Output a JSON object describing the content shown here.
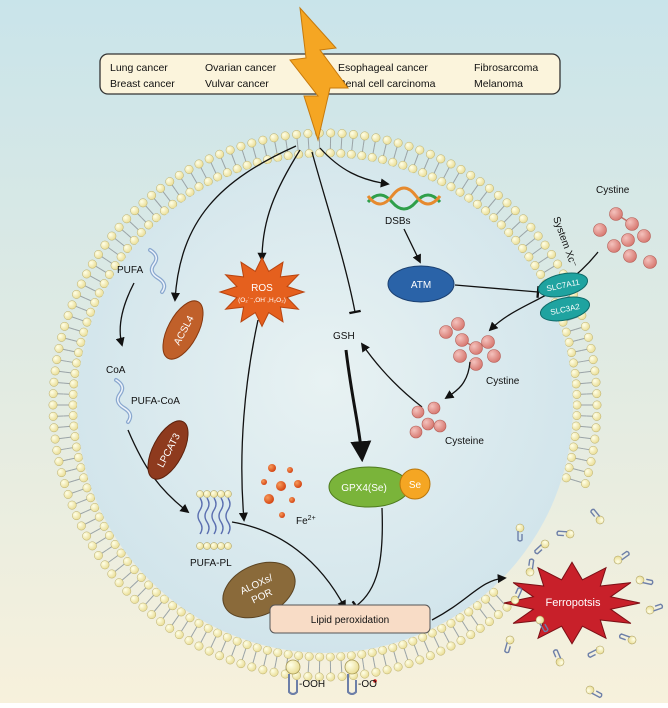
{
  "cancer_box": {
    "col1": [
      "Lung cancer",
      "Breast cancer"
    ],
    "col2": [
      "Ovarian cancer",
      "Vulvar cancer"
    ],
    "col3": [
      "Esophageal cancer",
      "Renal cell carcinoma"
    ],
    "col4": [
      "Fibrosarcoma",
      "Melanoma"
    ]
  },
  "labels": {
    "ros": "ROS",
    "ros_species": "(O₂˙⁻,OH˙,H₂O₂)",
    "dsbs": "DSBs",
    "atm": "ATM",
    "pufa": "PUFA",
    "acsl4": "ACSL4",
    "coa": "CoA",
    "pufa_coa": "PUFA-CoA",
    "lpcat3": "LPCAT3",
    "pufa_pl": "PUFA-PL",
    "fe": "Fe",
    "fe_sup": "2+",
    "gsh": "GSH",
    "cystine_out": "Cystine",
    "cystine_in": "Cystine",
    "cysteine": "Cysteine",
    "gpx4": "GPX4(Se)",
    "se": "Se",
    "alox_line1": "ALOXs/",
    "alox_line2": "POR",
    "lipid_perox": "Lipid peroxidation",
    "ferroptosis": "Ferropotsis",
    "system_xc": "System Xc⁻",
    "slc7a11": "SLC7A11",
    "slc3a2": "SLC3A2",
    "ooh": "-OOH",
    "oo": "-OO"
  },
  "colors": {
    "bg_top": "#c9e4ea",
    "bg_bottom": "#f7f1dc",
    "cell_fill": "#d8e9ee",
    "membrane_head": "#f4e9bd",
    "bolt": "#f5a623",
    "ros": "#e5601e",
    "atm": "#2a63a8",
    "acsl4": "#c0602a",
    "lpcat3": "#8e3a1e",
    "gpx4": "#7ab43a",
    "se": "#f5a623",
    "alox": "#8a6a3a",
    "slc": "#1fa3a0",
    "ferroptosis": "#c8202a",
    "iron": "#e0501e",
    "cystine": "#e29a95",
    "lipid_box": "#f8dcc6"
  }
}
